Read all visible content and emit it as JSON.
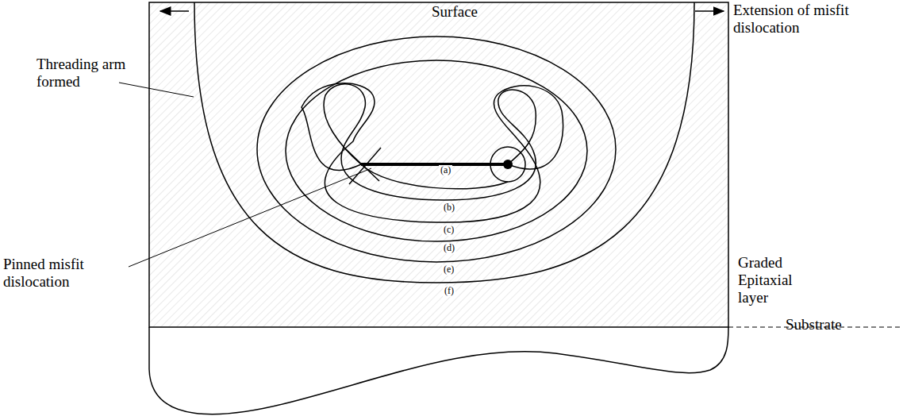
{
  "diagram": {
    "labels": [
      "Surface",
      "Extension of misfit dislocation",
      "Threading arm formed",
      "Pinned misfit dislocation",
      "Graded Epitaxial layer",
      "Substrate",
      "(a)",
      "(b)",
      "(c)",
      "(d)",
      "(e)",
      "(f)"
    ]
  }
}
